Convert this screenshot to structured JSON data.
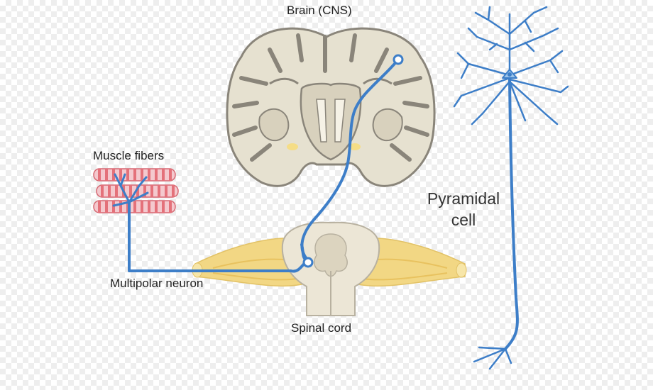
{
  "labels": {
    "brain": "Brain (CNS)",
    "muscle": "Muscle fibers",
    "neuron": "Multipolar neuron",
    "spinal": "Spinal cord",
    "pyramidal_line1": "Pyramidal",
    "pyramidal_line2": "cell"
  },
  "colors": {
    "brain_fill": "#e6e1d0",
    "brain_outline": "#8a857a",
    "nerve_blue": "#3d7ec8",
    "nerve_yellow": "#f2d784",
    "muscle_red": "#e4717a",
    "muscle_pink": "#f4c9ce"
  }
}
